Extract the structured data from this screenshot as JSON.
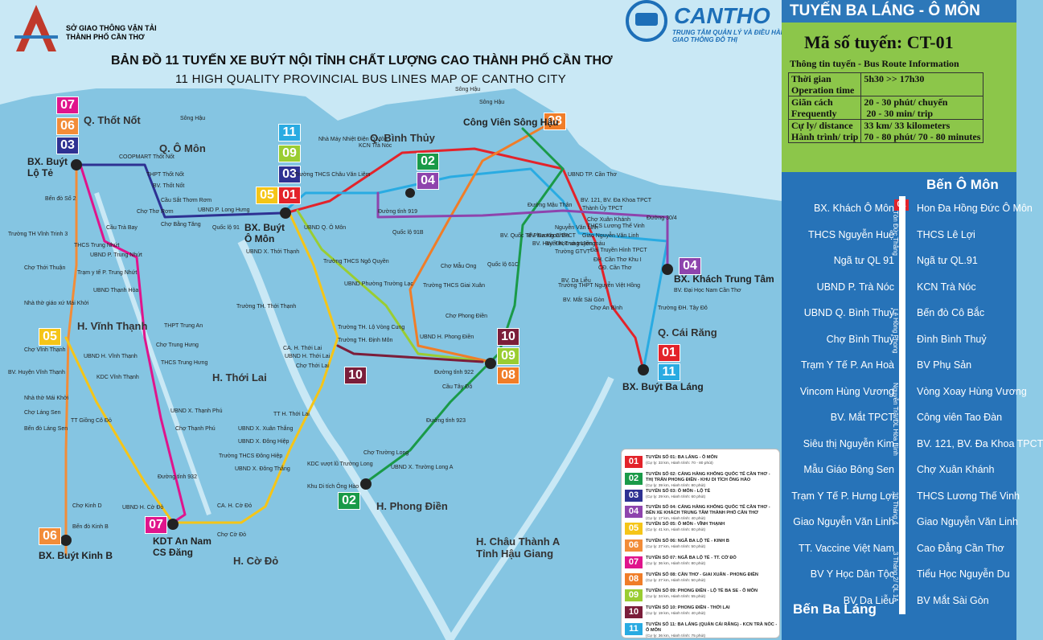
{
  "header": {
    "agency_line1": "SỞ GIAO THÔNG VẬN TẢI",
    "agency_line2": "THÀNH PHỐ CẦN THƠ",
    "title_vi": "BẢN ĐỒ 11 TUYẾN XE BUÝT NỘI TỈNH CHẤT LƯỢNG CAO THÀNH PHỐ CẦN THƠ",
    "title_en": "11 HIGH QUALITY PROVINCIAL BUS LINES MAP OF CANTHO CITY",
    "brand": "CANTHO",
    "brand_sub1": "TRUNG TÂM QUẢN LÝ VÀ ĐIỀU HÀNH",
    "brand_sub2": "GIAO THÔNG ĐÔ THỊ"
  },
  "route_panel": {
    "title": "TUYẾN BA LÁNG - Ô MÔN",
    "code": "Mã số tuyến: CT-01",
    "info_heading": "Thông tin tuyến - Bus Route Information",
    "rows": [
      {
        "label": "Thời gian\nOperation time",
        "value": "5h30 >> 17h30"
      },
      {
        "label": "Giãn cách\nFrequently",
        "value": "20 - 30 phút/ chuyến\n 20 - 30 min/ trip"
      },
      {
        "label": "Cự ly/ distance\nHành trình/ trip",
        "value": "33 km/ 33 kilometers\n70 - 80 phút/ 70 - 80 minutes"
      }
    ],
    "start": "Bến Ô Môn",
    "end": "Bến Ba Láng",
    "badge": "01",
    "left_stops": [
      "BX. Khách Ô Môn",
      "THCS Nguyễn Huệ",
      "Ngã tư QL 91",
      "UBND P. Trà Nóc",
      "UBND Q. Bình Thuỷ",
      "Chợ Bình Thuỷ",
      "Trạm Y Tế P. An Hoà",
      "Vincom Hùng Vương",
      "BV. Mắt TPCT",
      "Siêu thị Nguyễn Kim",
      "Mẫu Giáo Bông Sen",
      "Trạm Y Tế P. Hưng Lợi",
      "Giao Nguyễn Văn Linh",
      "TT. Vaccine Việt Nam",
      "BV Y Học Dân Tộc",
      "BV Da Liễu"
    ],
    "right_stops": [
      "Hon Đa Hồng Đức Ô Môn",
      "THCS Lê Lợi",
      "Ngã tư QL.91",
      "KCN Trà Nóc",
      "Bến đò Cô Bắc",
      "Đình Bình Thuỷ",
      "BV Phụ Sản",
      "Vòng Xoay Hùng Vương",
      "Công viên Tao Đàn",
      "BV. 121, BV. Đa Khoa TPCT",
      "Chợ Xuân Khánh",
      "THCS Lương Thế Vinh",
      "Giao Nguyễn Văn Linh",
      "Cao Đẳng Cần Thơ",
      "Tiểu Học Nguyễn Du",
      "BV Mắt Sài Gòn"
    ],
    "roads": [
      "Tôn Đức Thắng",
      "Lê Hồng Phong",
      "Nguyễn Trãi/ĐL Hòa Bình",
      "30 Tháng 4",
      "3 Tháng 2/ QL 1A"
    ]
  },
  "legend": [
    {
      "num": "01",
      "color": "#e3232a",
      "title": "TUYẾN SỐ 01: BA LÁNG - Ô MÔN",
      "sub": "(Cự ly: 33 km, Hành trình: 70 - 80 phút)"
    },
    {
      "num": "02",
      "color": "#1a9a48",
      "title": "TUYẾN SỐ 02: CẢNG HÀNG KHÔNG QUỐC TẾ CẦN THƠ - THỊ TRẤN PHONG ĐIỀN - KHU DI TÍCH ÔNG HÀO",
      "sub": "(Cự ly: 39 km, Hành trình: 80 phút)"
    },
    {
      "num": "03",
      "color": "#2e3192",
      "title": "TUYẾN SỐ 03: Ô MÔN - LỘ TẺ",
      "sub": "(Cự ly: 29 km, Hành trình: 60 phút)"
    },
    {
      "num": "04",
      "color": "#8e44ad",
      "title": "TUYẾN SỐ 04: CẢNG HÀNG KHÔNG QUỐC TẾ CẦN THƠ - BẾN XE KHÁCH TRUNG TÂM THÀNH PHỐ CẦN THƠ",
      "sub": "(Cự ly: 17 km, Hành trình: 40 phút)"
    },
    {
      "num": "05",
      "color": "#f5c518",
      "title": "TUYẾN SỐ 05: Ô MÔN - VĨNH THẠNH",
      "sub": "(Cự ly: 41 km, Hành trình: 80 phút)"
    },
    {
      "num": "06",
      "color": "#f28c38",
      "title": "TUYẾN SỐ 06: NGÃ BA LỘ TẺ - KINH B",
      "sub": "(Cự ly: 27 km, Hành trình: 50 phút)"
    },
    {
      "num": "07",
      "color": "#e0148c",
      "title": "TUYẾN SỐ 07: NGÃ BA LỘ TẺ - TT. CỜ ĐỎ",
      "sub": "(Cự ly: 36 km, Hành trình: 80 phút)"
    },
    {
      "num": "08",
      "color": "#f07d28",
      "title": "TUYẾN SỐ 08: CẦN THƠ - GIAI XUÂN - PHONG ĐIỀN",
      "sub": "(Cự ly: 27 km, Hành trình: 50 phút)"
    },
    {
      "num": "09",
      "color": "#9acd32",
      "title": "TUYẾN SỐ 09: PHONG ĐIỀN - LỘ TẺ BA SE - Ô MÔN",
      "sub": "(Cự ly: 34 km, Hành trình: 55 phút)"
    },
    {
      "num": "10",
      "color": "#7b1e3a",
      "title": "TUYẾN SỐ 10: PHONG ĐIỀN - THỚI LAI",
      "sub": "(Cự ly: 19 km, Hành trình: 40 phút)"
    },
    {
      "num": "11",
      "color": "#29abe2",
      "title": "TUYẾN SỐ 11: BA LÁNG (QUẢN CÁI RĂNG) - KCN TRÀ NÓC - Ô MÔN",
      "sub": "(Cự ly: 36 km, Hành trình: 75 phút)"
    }
  ],
  "map": {
    "districts": [
      "Q. Thốt Nốt",
      "Q. Ô Môn",
      "Q. Bình Thủy",
      "H. Vĩnh Thạnh",
      "H. Thới Lai",
      "Q. Cái Răng",
      "H. Phong Điền",
      "H. Cờ Đỏ",
      "H. Châu Thành A\nTỉnh Hậu Giang"
    ],
    "terminals": [
      "BX. Buýt\nLộ Tẻ",
      "BX. Buýt\nÔ Môn",
      "BX. Khách Trung Tâm",
      "BX. Buýt Ba Láng",
      "BX. Buýt Kinh B",
      "KDT An Nam\nCS Đăng",
      "Công Viên Sông Hậu"
    ],
    "stops": [
      "COOPMART Thốt Nốt",
      "THPT Thốt Nốt",
      "BV. Thốt Nốt",
      "Cầu Sắt Thơm Rơm",
      "Chợ Thơ Rơm",
      "Chợ Bằng Tăng",
      "UBND P. Long Hưng",
      "Bến đò Sổ 2",
      "Cầu Trà Bay",
      "Trường TH Vĩnh Trinh 3",
      "Chợ Thới Thuận",
      "THCS Trung Nhứt",
      "UBND P. Trung Nhứt",
      "Trạm y tế P. Trung Nhứt",
      "UBND Thạnh Hòa",
      "Nhà thờ giáo xứ Mái Khởi",
      "THPT Trung An",
      "Chợ Trung Hưng",
      "THCS Trung Hưng",
      "Chợ Vĩnh Thạnh",
      "UBND H. Vĩnh Thạnh",
      "BV. Huyện Vĩnh Thạnh",
      "KDC Vĩnh Thạnh",
      "Nhà thờ Mái Khởi",
      "Chợ Láng Sen",
      "Bến đò Láng Sen",
      "TT Giồng Cô Đỏ",
      "UBND X. Thạnh Phú",
      "Chợ Thạnh Phú",
      "Chợ Kinh D",
      "Bến đò Kinh B",
      "UBND H. Cờ Đỏ",
      "CA. H. Cờ Đỏ",
      "Chợ Cờ Đỏ",
      "Nhà Máy Nhiệt Điện Ô Môn",
      "Trường THCS Châu Văn Liêm",
      "UBND X. Thới Thạnh",
      "UBND Q. Ô Môn",
      "Trường TH. Thới Thạnh",
      "Trường THCS Ngô Quyền",
      "UBND Phường Trường Lạc",
      "Trường TH. Lộ Vòng Cung",
      "Trường TH. Định Môn",
      "CA. H. Thới Lai",
      "UBND H. Thới Lai",
      "Chợ Thới Lai",
      "TT H. Thới Lai",
      "UBND X. Xuân Thắng",
      "UBND X. Đông Hiệp",
      "Trường THCS Đông Hiệp",
      "UBND X. Đông Thắng",
      "KCN Trà Nóc",
      "Chợ Mẫu Ong",
      "Trường THCS Giai Xuân",
      "Chợ Phong Điền",
      "UBND H. Phong Điền",
      "Cầu Tây Đô",
      "Chợ Trường Long",
      "KDC vượt lũ Trường Long",
      "UBND X. Trường Long A",
      "Khu Di tích Ông Hào",
      "BV. Quốc Tế Phương Châu",
      "BV. Đa Khoa TPCT",
      "BV. Huyết học và truyền máu",
      "BV. ĐK Trung Ương",
      "Trường GTVT",
      "UBND TP. Cần Thơ",
      "BV. 121, BV. Đa Khoa TPCT",
      "Thành Ủy TPCT",
      "Chợ Xuân Khánh",
      "THCS Lương Thế Vinh",
      "Giao Nguyễn Văn Linh",
      "Đài Truyền Hình TPCT",
      "ĐH. Cần Thơ Khu I",
      "CĐ. Cần Thơ",
      "BV. Da Liễu",
      "Trường THPT Nguyễn Việt Hồng",
      "BV. Mắt Sài Gòn",
      "Chợ An Bình",
      "BV. Đại Học Nam Cần Thơ",
      "Trường ĐH. Tây Đô"
    ],
    "rivers": [
      "Sông Hậu",
      "Sông Hậu",
      "Sông Hậu"
    ],
    "roads": [
      "Quốc lộ 91",
      "Quốc lộ 91B",
      "Đường tỉnh 922",
      "Đường tỉnh 923",
      "Quốc lộ 61C",
      "Đường tỉnh 919",
      "Đường Mậu Thân",
      "Đường 30/4",
      "Đường tỉnh 932",
      "Nguyễn Văn Linh"
    ]
  },
  "map_badges": [
    {
      "num": "07",
      "color": "#e0148c"
    },
    {
      "num": "06",
      "color": "#f28c38"
    },
    {
      "num": "03",
      "color": "#2e3192"
    },
    {
      "num": "11",
      "color": "#29abe2"
    },
    {
      "num": "09",
      "color": "#9acd32"
    },
    {
      "num": "03",
      "color": "#2e3192"
    },
    {
      "num": "05",
      "color": "#f5c518"
    },
    {
      "num": "01",
      "color": "#e3232a"
    },
    {
      "num": "02",
      "color": "#1a9a48"
    },
    {
      "num": "04",
      "color": "#8e44ad"
    },
    {
      "num": "08",
      "color": "#f07d28"
    },
    {
      "num": "05",
      "color": "#f5c518"
    },
    {
      "num": "04",
      "color": "#8e44ad"
    },
    {
      "num": "01",
      "color": "#e3232a"
    },
    {
      "num": "11",
      "color": "#29abe2"
    },
    {
      "num": "10",
      "color": "#7b1e3a"
    },
    {
      "num": "09",
      "color": "#9acd32"
    },
    {
      "num": "08",
      "color": "#f07d28"
    },
    {
      "num": "10",
      "color": "#7b1e3a"
    },
    {
      "num": "02",
      "color": "#1a9a48"
    },
    {
      "num": "07",
      "color": "#e0148c"
    },
    {
      "num": "06",
      "color": "#f28c38"
    }
  ]
}
